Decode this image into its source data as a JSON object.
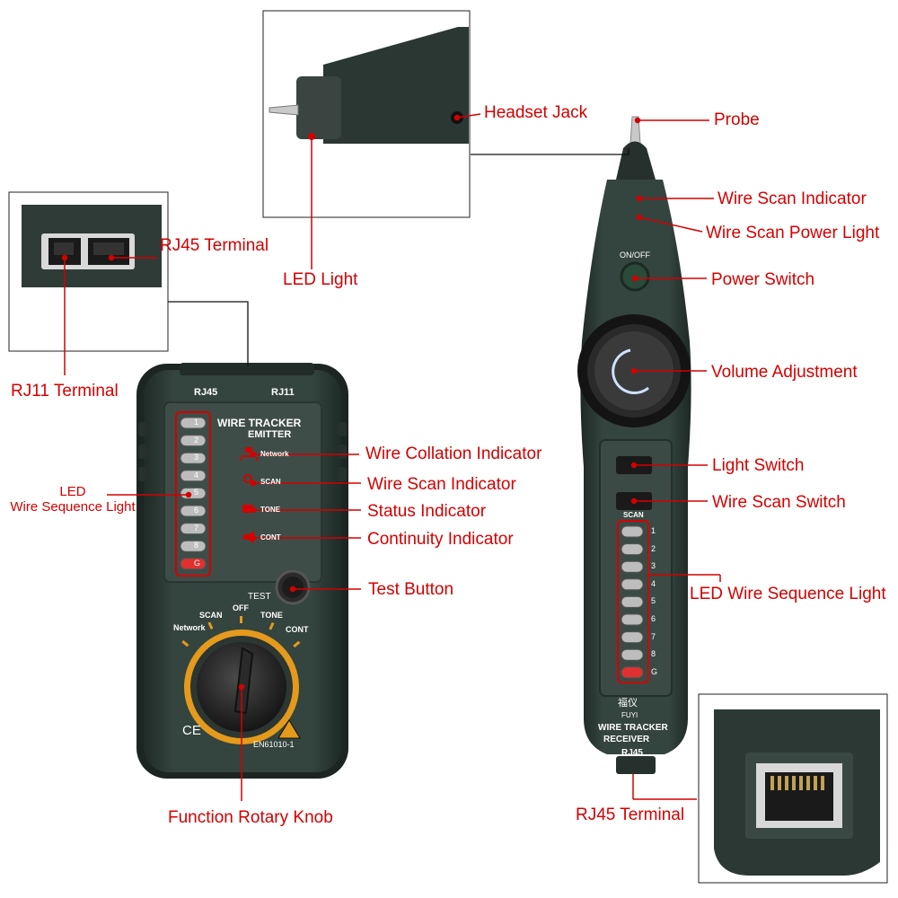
{
  "emitter": {
    "rj45_tab": "RJ45",
    "rj11_tab": "RJ11",
    "title_line1": "WIRE TRACKER",
    "title_line2": "EMITTER",
    "leds": [
      "1",
      "2",
      "3",
      "4",
      "5",
      "6",
      "7",
      "8",
      "G"
    ],
    "indicators": [
      "Network",
      "SCAN",
      "TONE",
      "CONT"
    ],
    "test_label": "TEST",
    "dial_off": "OFF",
    "dial_scan": "SCAN",
    "dial_network": "Network",
    "dial_tone": "TONE",
    "dial_cont": "CONT",
    "ce_mark": "CE",
    "standard": "EN61010-1"
  },
  "receiver": {
    "power_label": "ON/OFF",
    "scan_label": "SCAN",
    "leds": [
      "1",
      "2",
      "3",
      "4",
      "5",
      "6",
      "7",
      "8",
      "G"
    ],
    "brand_cn": "福仪",
    "brand": "FUYI",
    "title_line1": "WIRE TRACKER",
    "title_line2": "RECEIVER",
    "port_label": "RJ45"
  },
  "callouts": {
    "headset_jack": "Headset Jack",
    "probe": "Probe",
    "led_light": "LED Light",
    "rj45_terminal_top": "RJ45 Terminal",
    "rj11_terminal": "RJ11 Terminal",
    "wire_scan_indicator_r": "Wire Scan Indicator",
    "wire_scan_power_light": "Wire Scan Power Light",
    "power_switch": "Power Switch",
    "volume_adjustment": "Volume Adjustment",
    "light_switch": "Light Switch",
    "wire_scan_switch": "Wire Scan Switch",
    "led_wire_sequence_light_r": "LED Wire Sequence Light",
    "rj45_terminal_bottom": "RJ45 Terminal",
    "wire_collation_indicator": "Wire Collation Indicator",
    "wire_scan_indicator_e": "Wire Scan Indicator",
    "status_indicator": "Status Indicator",
    "continuity_indicator": "Continuity Indicator",
    "test_button": "Test Button",
    "led_wire_sequence_light_e_line1": "LED",
    "led_wire_sequence_light_e_line2": "Wire Sequence Light",
    "function_rotary_knob": "Function Rotary Knob"
  },
  "colors": {
    "callout": "#d40000",
    "device_body": "#2f3d38",
    "device_face": "#3a4a44",
    "panel": "#4a5a55",
    "knob_ring": "#e59a1c"
  }
}
